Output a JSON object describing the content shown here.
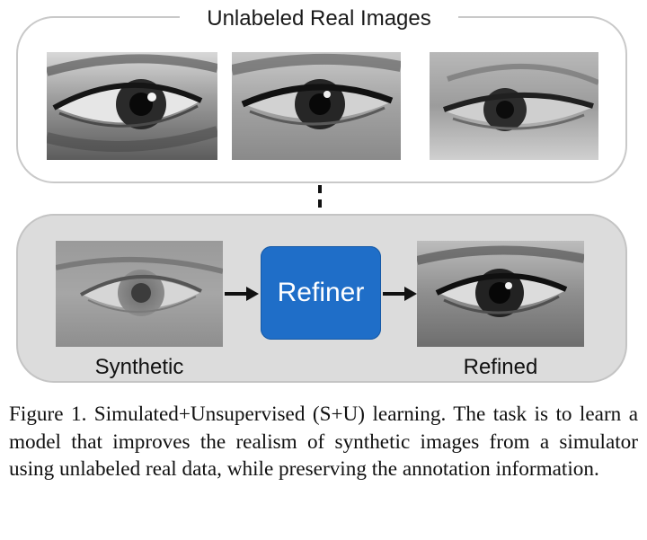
{
  "figure": {
    "real_panel_title": "Unlabeled Real Images",
    "refiner_label": "Refiner",
    "synthetic_label": "Synthetic",
    "refined_label": "Refined",
    "caption": "Figure 1. Simulated+Unsupervised (S+U) learning. The task is to learn a model that improves the realism of synthetic images from a simulator using unlabeled real data, while preserving the annotation information."
  },
  "colors": {
    "refiner_fill": "#1f6ec8",
    "pipeline_panel_fill": "#dcdcdc",
    "panel_border": "#c9c9c9"
  }
}
